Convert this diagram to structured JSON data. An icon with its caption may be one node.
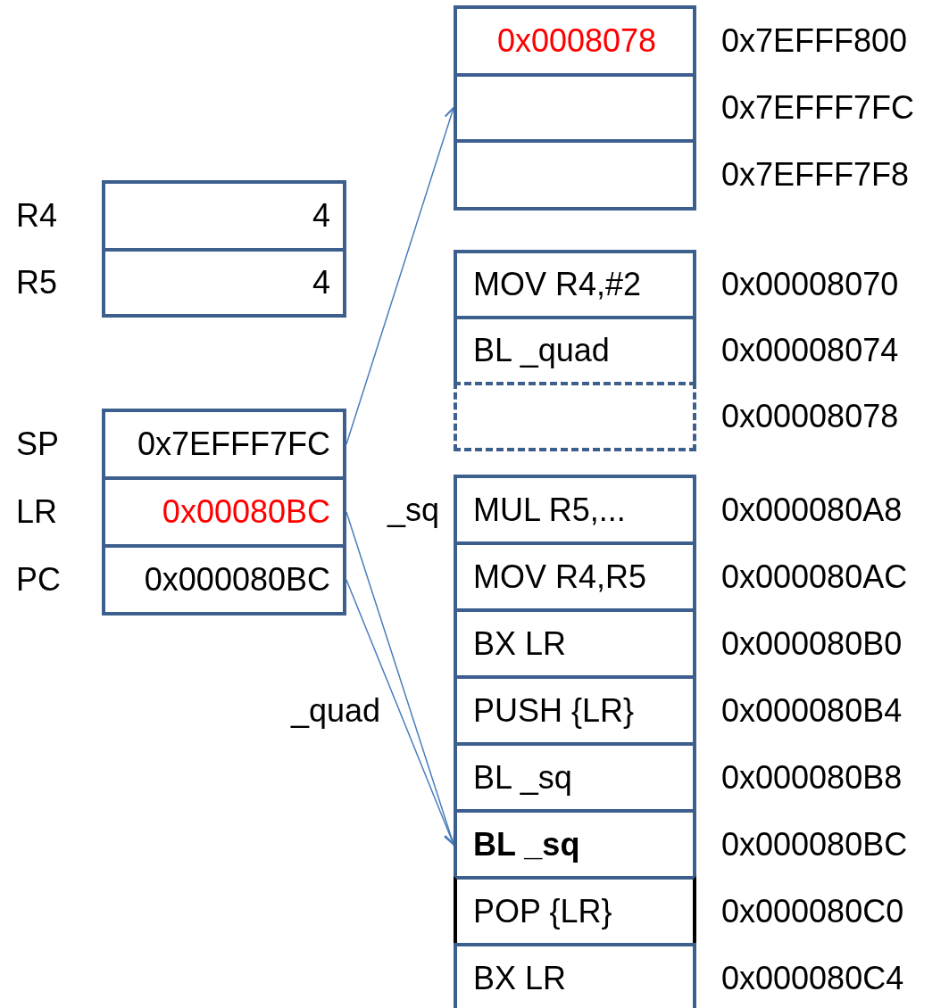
{
  "diagram": {
    "nodes": [
      {
        "text": [
          "0x0008078"
        ],
        "beside": [
          "0x7EFFF800"
        ]
      },
      {
        "text": [],
        "shape": "box",
        "beside": [
          "0x7EFFF7FC"
        ]
      },
      {
        "text": [],
        "shape": "box",
        "beside": [
          "0x7EFFF7F8"
        ]
      },
      {
        "text": [
          "4"
        ],
        "beside": [
          "R4"
        ]
      },
      {
        "text": [
          "4"
        ],
        "beside": [
          "R5"
        ]
      },
      {
        "text": [
          "MOV R4,#2"
        ],
        "beside": [
          "0x00008070"
        ]
      },
      {
        "text": [
          "BL _quad"
        ],
        "beside": [
          "0x00008074"
        ]
      },
      {
        "text": [],
        "shape": "box",
        "beside": [
          "0x00008078"
        ]
      },
      {
        "text": [
          "0x7EFFF7FC"
        ],
        "beside": [
          "SP"
        ]
      },
      {
        "text": [
          "0x00080BC"
        ],
        "beside": [
          "LR"
        ]
      },
      {
        "text": [
          "0x000080BC"
        ],
        "beside": [
          "PC"
        ]
      },
      {
        "text": [
          "MUL R5,..."
        ],
        "beside": [
          "_sq",
          "0x000080A8"
        ]
      },
      {
        "text": [
          "MOV R4,R5"
        ],
        "beside": [
          "0x000080AC"
        ]
      },
      {
        "text": [
          "BX LR"
        ],
        "beside": [
          "0x000080B0"
        ]
      },
      {
        "text": [
          "PUSH {LR}"
        ],
        "beside": [
          "_quad",
          "0x000080B4"
        ]
      },
      {
        "text": [
          "BL _sq"
        ],
        "beside": [
          "0x000080B8"
        ]
      },
      {
        "text": [
          "BL _sq"
        ],
        "beside": [
          "0x000080BC"
        ]
      },
      {
        "text": [
          "POP {LR}"
        ],
        "beside": [
          "0x000080C0"
        ]
      },
      {
        "text": [
          "BX LR"
        ],
        "beside": [
          "0x000080C4"
        ]
      }
    ],
    "edges": [
      {
        "from": 8,
        "to": 1,
        "arrow": "to"
      },
      {
        "from": 9,
        "to": 16,
        "arrow": "to"
      },
      {
        "from": 10,
        "to": 16,
        "arrow": "to"
      }
    ]
  }
}
